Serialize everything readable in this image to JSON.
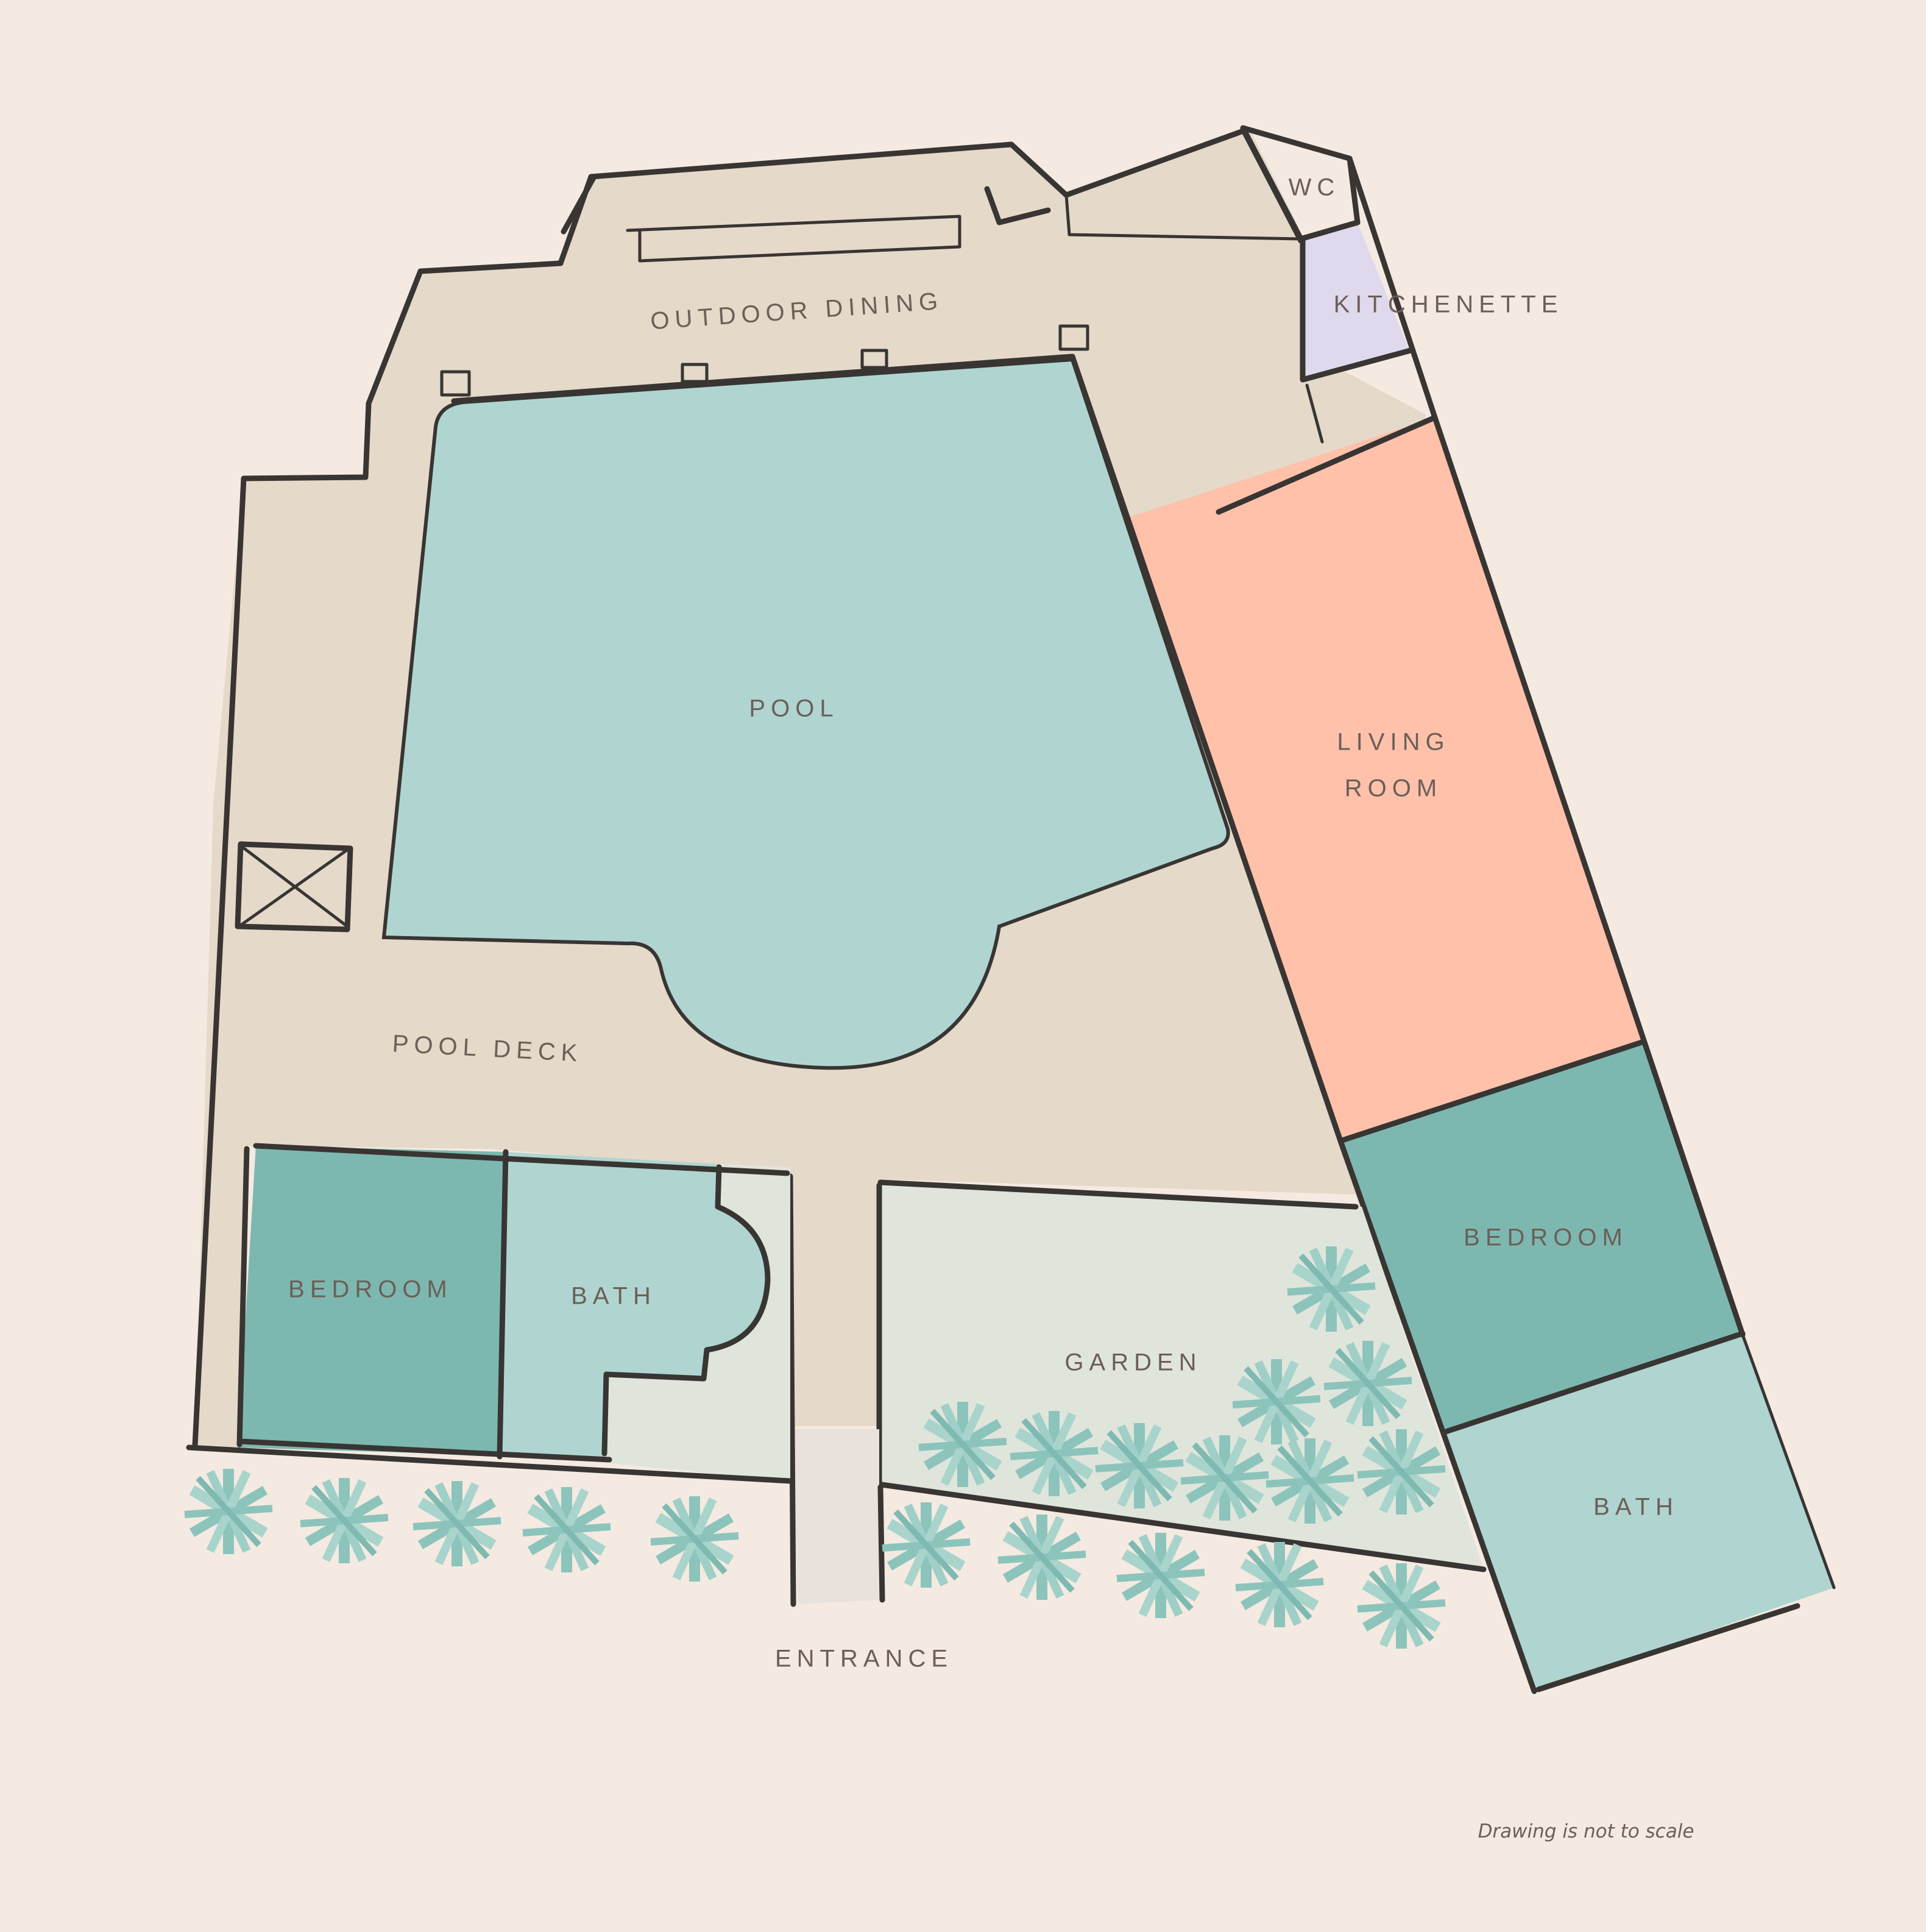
{
  "plan": {
    "rooms": {
      "outdoor_dining": "OUTDOOR DINING",
      "wc": "WC",
      "kitchenette": "KITCHENETTE",
      "pool": "POOL",
      "living_room_line1": "LIVING",
      "living_room_line2": "ROOM",
      "pool_deck": "POOL DECK",
      "bedroom_left": "BEDROOM",
      "bath_left": "BATH",
      "garden": "GARDEN",
      "bedroom_right": "BEDROOM",
      "bath_right": "BATH",
      "entrance": "ENTRANCE"
    },
    "note": "Drawing is not to scale",
    "colors": {
      "background": "#f4eae1",
      "deck": "#e5d9c9",
      "pool": "#b0d5d1",
      "living_room": "#ffc1aa",
      "kitchenette": "#e0d9ee",
      "bedroom": "#7db8b0",
      "bath": "#b0d5d1",
      "garden": "#e0e5dc",
      "entrance_path": "#e8e1dc",
      "wall": "#383533",
      "label": "#6b5f58",
      "plant": "#8cc4bc"
    },
    "icons": {
      "storage_box": "crossed-box-icon",
      "plant": "palm-plant-icon"
    }
  }
}
